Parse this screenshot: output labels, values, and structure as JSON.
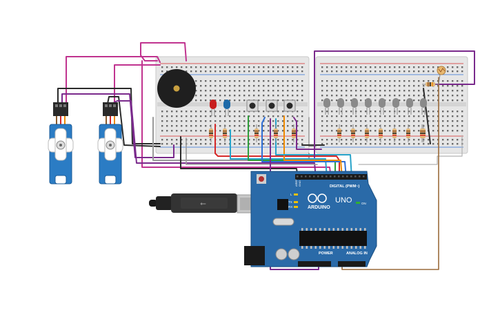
{
  "arduino": {
    "digital_label": "DIGITAL (PWM~)",
    "brand": "ARDUINO",
    "model": "UNO",
    "on_label": "ON",
    "tx_label": "TX",
    "rx_label": "RX",
    "l_label": "L",
    "power_label": "POWER",
    "analog_label": "ANALOG IN",
    "aref_label": "AREF",
    "gnd_label": "GND"
  },
  "colors": {
    "wire_magenta": "#c0338f",
    "wire_purple": "#7a2a8c",
    "wire_dark": "#2b2b2b",
    "wire_red": "#d62828",
    "wire_orange": "#f08a00",
    "wire_green": "#2e9e3a",
    "wire_blue": "#2f6fd6",
    "wire_cyan": "#27a3c9",
    "wire_brown": "#9a6a3a",
    "wire_gray": "#9a9a9a",
    "board_blue": "#2a6aa8",
    "breadboard": "#e4e4e4",
    "servo_blue": "#2b7cc4"
  }
}
